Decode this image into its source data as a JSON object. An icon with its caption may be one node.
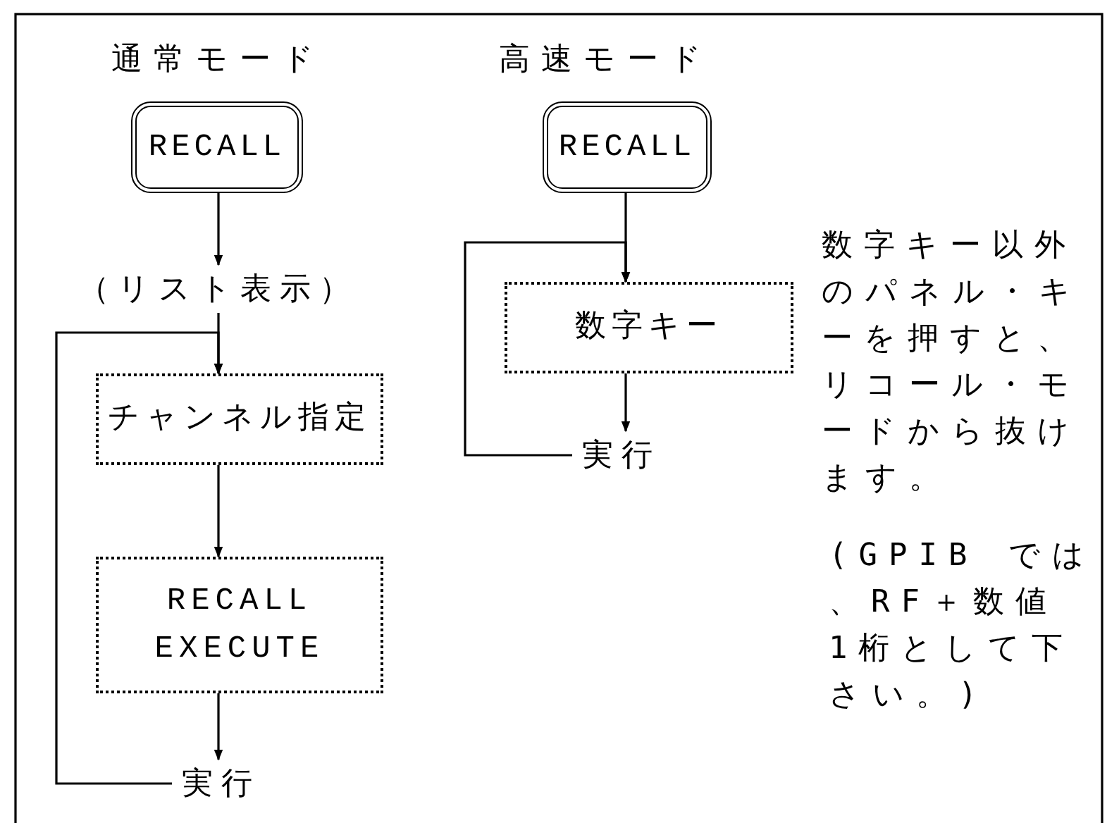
{
  "diagram": {
    "nodes": [
      {
        "text": [
          "RECALL"
        ]
      },
      {
        "text": [
          "（リスト表示）"
        ]
      },
      {
        "text": [
          "チャンネル指定"
        ]
      },
      {
        "text": [
          "RECALL EXECUTE"
        ]
      },
      {
        "text": [
          "実行"
        ]
      },
      {
        "text": [
          "RECALL"
        ]
      },
      {
        "text": [
          "数字キー"
        ]
      },
      {
        "text": [
          "実行"
        ]
      }
    ],
    "edges": [
      {
        "from": 0,
        "to": 1,
        "arrow": "to"
      },
      {
        "from": 1,
        "to": 2,
        "arrow": "to"
      },
      {
        "from": 2,
        "to": 3,
        "arrow": "to"
      },
      {
        "from": 3,
        "to": 4,
        "arrow": "to"
      },
      {
        "from": 4,
        "to": 2,
        "arrow": "to"
      },
      {
        "from": 5,
        "to": 6,
        "arrow": "to"
      },
      {
        "from": 6,
        "to": 7,
        "arrow": "to"
      },
      {
        "from": 7,
        "to": 6,
        "arrow": "to"
      }
    ],
    "labels": [
      "通常モード",
      "高速モード",
      "数字キー以外のパネル・キーを押すと、リコール・モードから抜けます。",
      "(GPIB では、RF＋数値 1桁として下さい。)"
    ]
  }
}
